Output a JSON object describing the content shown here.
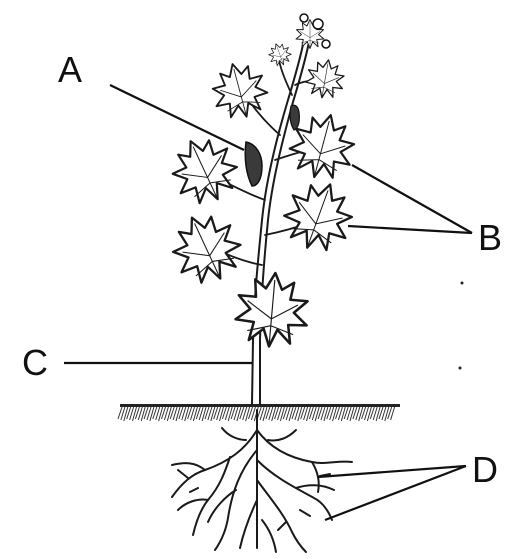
{
  "labels": {
    "a": "A",
    "b": "B",
    "c": "C",
    "d": "D"
  },
  "colors": {
    "ink": "#1a1a1a",
    "background": "#ffffff"
  }
}
